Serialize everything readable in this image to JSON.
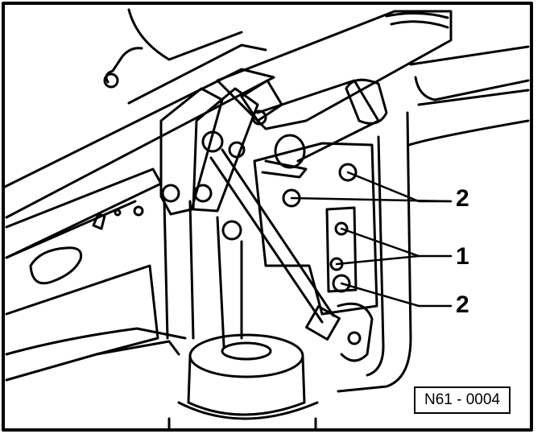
{
  "figure": {
    "callouts": {
      "upper_bolts": "2",
      "middle_bolts": "1",
      "lower_bolt": "2"
    },
    "figure_id": "N61 - 0004"
  }
}
